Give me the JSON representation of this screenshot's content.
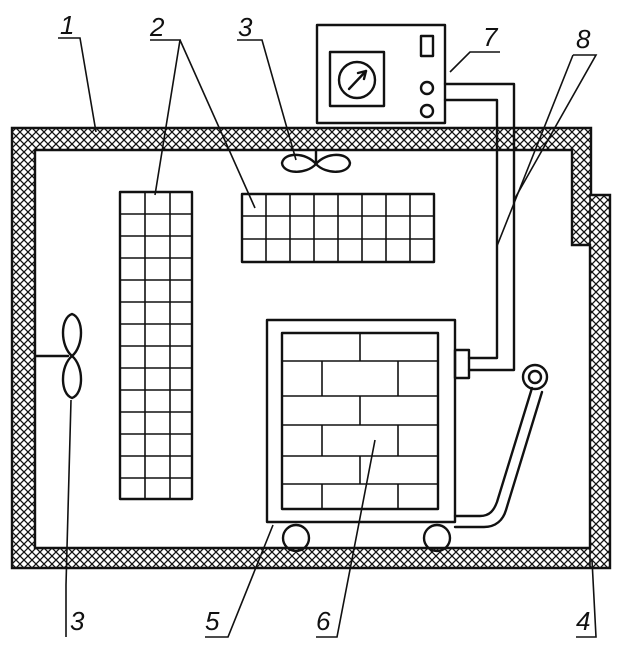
{
  "labels": {
    "l1": "1",
    "l2": "2",
    "l3_top": "3",
    "l3_bottom": "3",
    "l4": "4",
    "l5": "5",
    "l6": "6",
    "l7": "7",
    "l8": "8"
  },
  "colors": {
    "ink": "#111111",
    "paper": "#ffffff"
  }
}
